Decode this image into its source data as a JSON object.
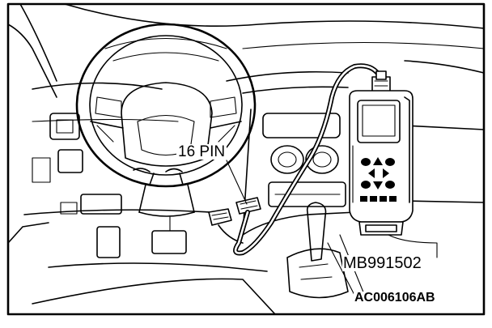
{
  "labels": {
    "connector": "16 PIN",
    "part_number": "MB991502",
    "figure_code": "AC006106AB"
  },
  "colors": {
    "ink": "#000000",
    "paper": "#ffffff"
  }
}
